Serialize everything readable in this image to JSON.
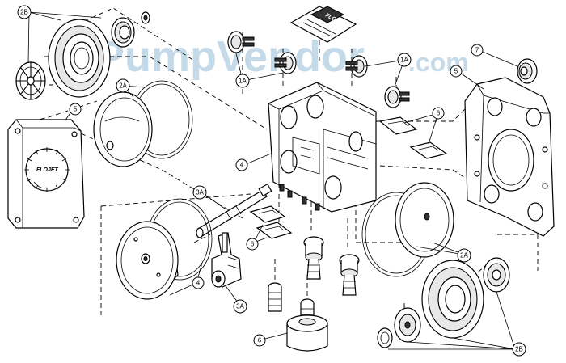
{
  "watermark": {
    "brand": "PumpVendor",
    "suffix": ".com",
    "color": "#9fc2dc"
  },
  "logo_text": "FLOJET",
  "callouts": [
    {
      "id": "2b-top",
      "text": "2B"
    },
    {
      "id": "2a-left",
      "text": "2A"
    },
    {
      "id": "5-left",
      "text": "5"
    },
    {
      "id": "1a-left",
      "text": "1A"
    },
    {
      "id": "1a-right",
      "text": "1A"
    },
    {
      "id": "7",
      "text": "7"
    },
    {
      "id": "5-right",
      "text": "5"
    },
    {
      "id": "6-top",
      "text": "6"
    },
    {
      "id": "4-mid",
      "text": "4"
    },
    {
      "id": "3a-top",
      "text": "3A"
    },
    {
      "id": "6-mid",
      "text": "6"
    },
    {
      "id": "4-bottom",
      "text": "4"
    },
    {
      "id": "3a-bottom",
      "text": "3A"
    },
    {
      "id": "2a-right",
      "text": "2A"
    },
    {
      "id": "6-bottom",
      "text": "6"
    },
    {
      "id": "2b-bottom",
      "text": "2B"
    }
  ]
}
